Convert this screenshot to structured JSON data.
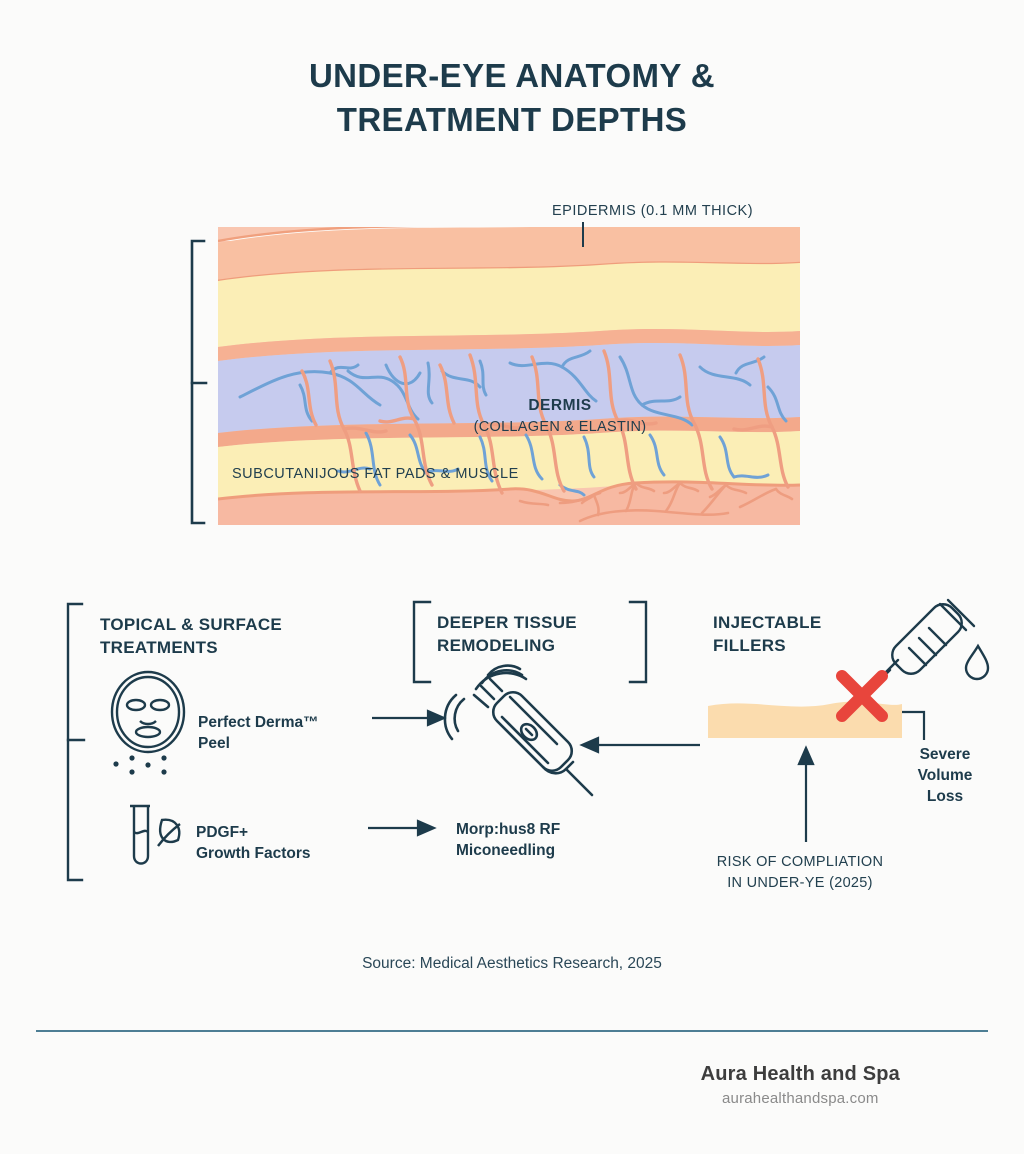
{
  "title": "UNDER-EYE ANATOMY &\nTREATMENT DEPTHS",
  "title_line1": "UNDER-EYE ANATOMY &",
  "title_line2": "TREATMENT DEPTHS",
  "diagram": {
    "epidermis_label": "EPIDERMIS (0.1 MM THICK)",
    "dermis_label": "DERMIS",
    "dermis_sub": "(COLLAGEN & ELASTIN)",
    "subcutaneous_label": "SUBCUTANIJOUS FAT PADS & MUSCLE",
    "colors": {
      "epidermis_band": "#f7b89a",
      "upper_dermis": "#fbeeb4",
      "mid_dermis": "#c4c9ec",
      "lower_dermis": "#fbeeb4",
      "subcutaneous": "#f8c3ae",
      "vessel_blue": "#6a9ed4",
      "vessel_salmon": "#ee9c7f",
      "bracket": "#1d3b4b"
    }
  },
  "flow": {
    "columns": [
      {
        "heading_line1": "TOPICAL & SURFACE",
        "heading_line2": "TREATMENTS"
      },
      {
        "heading_line1": "DEEPER TISSUE",
        "heading_line2": "REMODELING"
      },
      {
        "heading_line1": "INJECTABLE",
        "heading_line2": "FILLERS"
      }
    ],
    "items": [
      {
        "icon": "face-mask-icon",
        "label_line1": "Perfect Derma™",
        "label_line2": "Peel"
      },
      {
        "icon": "test-tube-leaf-icon",
        "label_line1": "PDGF+",
        "label_line2": "Growth Factors"
      }
    ],
    "targets": [
      {
        "icon": "rf-microneedling-device-icon",
        "label": ""
      },
      {
        "label_line1": "Morp:hus8 RF",
        "label_line2": "Miconeedling"
      }
    ],
    "filler": {
      "icon": "syringe-icon",
      "warning_icon": "red-x-icon",
      "severe_line1": "Severe",
      "severe_line2": "Volume",
      "severe_line3": "Loss",
      "risk_line1": "RISK OF COMPLIATION",
      "risk_line2": "IN UNDER-YE (2025)",
      "x_color": "#e8453c",
      "tissue_color": "#fbdcae"
    }
  },
  "source": "Source: Medical Aesthetics Research, 2025",
  "footer": {
    "brand_name": "Aura Health and Spa",
    "brand_url": "aurahealthandspa.com",
    "rule_color": "#4d7e94"
  }
}
